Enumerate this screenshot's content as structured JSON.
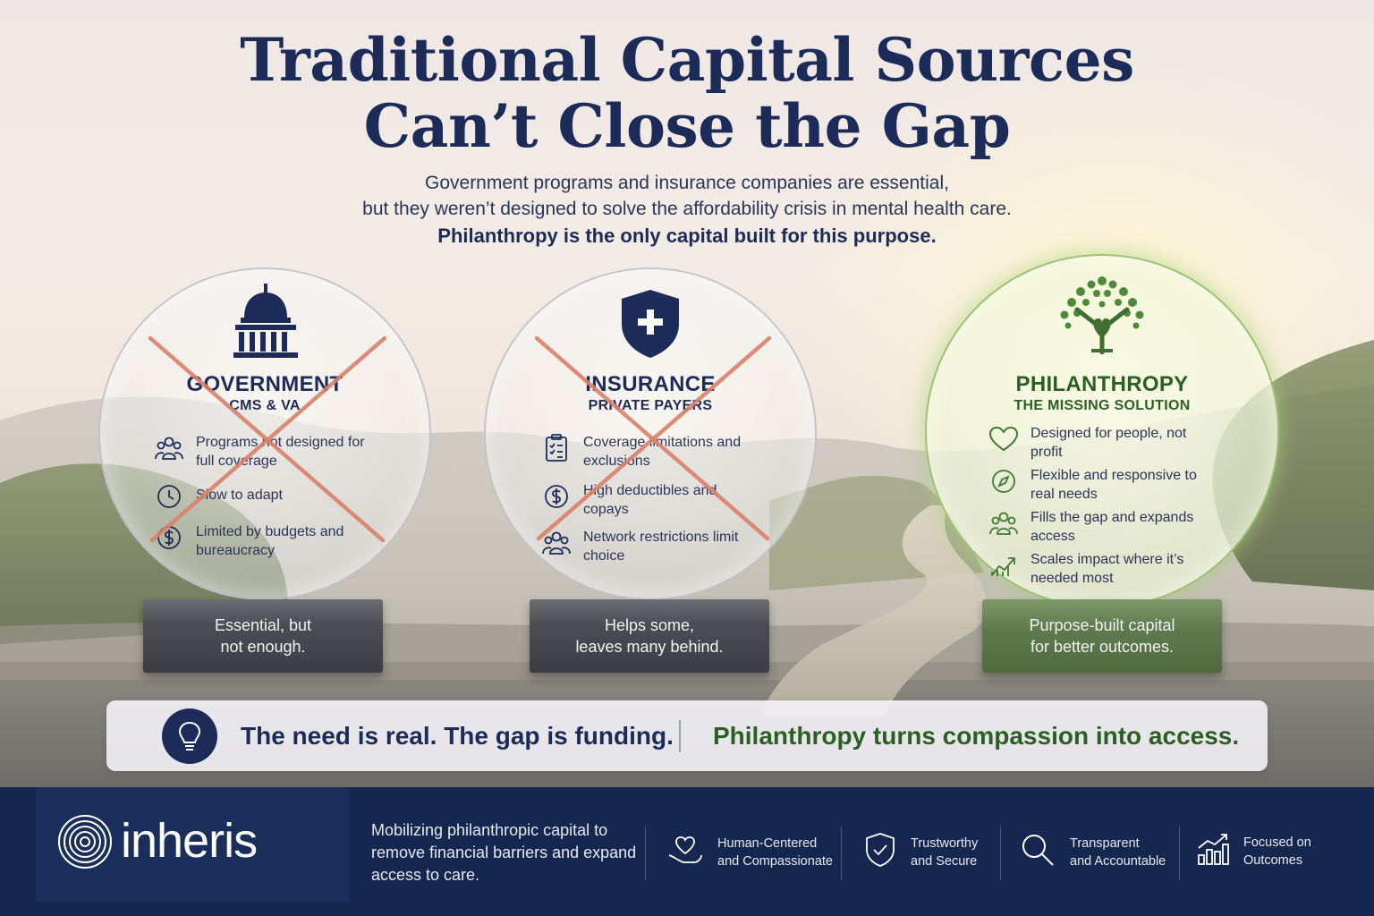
{
  "title_line1": "Traditional Capital Sources",
  "title_line2": "Can’t Close the Gap",
  "subtitle_line1": "Government programs and insurance companies are essential,",
  "subtitle_line2": "but they weren’t designed to solve the affordability crisis in mental health care.",
  "tagline": "Philanthropy is the only capital built for this purpose.",
  "pillars": [
    {
      "title": "GOVERNMENT",
      "subtitle": "CMS & VA",
      "icon": "capitol-building-icon",
      "items": [
        {
          "icon": "people-icon",
          "text": "Programs not designed for full coverage"
        },
        {
          "icon": "clock-icon",
          "text": "Slow to adapt"
        },
        {
          "icon": "dollar-icon",
          "text": "Limited by budgets and bureaucracy"
        }
      ],
      "pedestal_line1": "Essential, but",
      "pedestal_line2": "not enough."
    },
    {
      "title": "INSURANCE",
      "subtitle": "PRIVATE PAYERS",
      "icon": "shield-plus-icon",
      "items": [
        {
          "icon": "clipboard-icon",
          "text": "Coverage limitations and exclusions"
        },
        {
          "icon": "dollar-icon",
          "text": "High deductibles and copays"
        },
        {
          "icon": "people-icon",
          "text": "Network restrictions limit choice"
        }
      ],
      "pedestal_line1": "Helps some,",
      "pedestal_line2": "leaves many behind."
    },
    {
      "title": "PHILANTHROPY",
      "subtitle": "THE MISSING SOLUTION",
      "icon": "tree-heart-icon",
      "items": [
        {
          "icon": "heart-icon",
          "text": "Designed for people, not profit"
        },
        {
          "icon": "compass-icon",
          "text": "Flexible and responsive to real needs"
        },
        {
          "icon": "people-icon",
          "text": "Fills the gap and expands access"
        },
        {
          "icon": "growth-chart-icon",
          "text": "Scales impact where it’s needed most"
        }
      ],
      "pedestal_line1": "Purpose-built capital",
      "pedestal_line2": "for better outcomes."
    }
  ],
  "banner": {
    "left": "The need is real. The gap is funding.",
    "right": "Philanthropy turns compassion into access."
  },
  "footer": {
    "brand": "inheris",
    "mission": "Mobilizing philanthropic capital to remove financial barriers and expand access to care.",
    "values": [
      {
        "icon": "heart-hands-icon",
        "line1": "Human-Centered",
        "line2": "and Compassionate"
      },
      {
        "icon": "shield-check-icon",
        "line1": "Trustworthy",
        "line2": "and Secure"
      },
      {
        "icon": "magnifier-icon",
        "line1": "Transparent",
        "line2": "and Accountable"
      },
      {
        "icon": "bar-chart-icon",
        "line1": "Focused on",
        "line2": "Outcomes"
      }
    ]
  },
  "colors": {
    "navy": "#1c2b57",
    "green": "#2c5f22",
    "cross_red": "#d9826c",
    "footer_bg": "#15264f"
  }
}
